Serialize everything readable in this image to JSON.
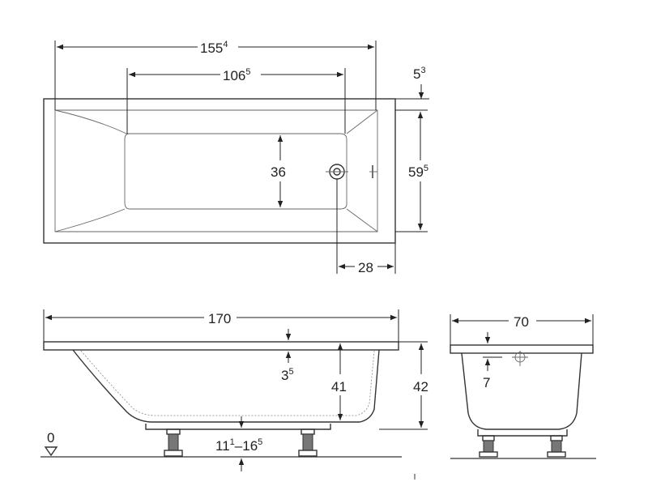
{
  "dimensions": {
    "top_overall_length": {
      "value": "155",
      "sup": "4"
    },
    "top_inner_length": {
      "value": "106",
      "sup": "5"
    },
    "top_rim": {
      "value": "5",
      "sup": "3"
    },
    "top_inner_width": {
      "value": "36"
    },
    "top_overall_width": {
      "value": "59",
      "sup": "5"
    },
    "drain_offset": {
      "value": "28"
    },
    "side_length": {
      "value": "170"
    },
    "side_rim": {
      "value": "3",
      "sup": "5"
    },
    "side_depth": {
      "value": "41"
    },
    "side_height": {
      "value": "42"
    },
    "leg_adjust_min": {
      "value": "11",
      "sup": "1"
    },
    "leg_adjust_sep": {
      "value": "–"
    },
    "leg_adjust_max": {
      "value": "16",
      "sup": "5"
    },
    "floor_level": {
      "value": "0"
    },
    "end_width": {
      "value": "70"
    },
    "end_rim": {
      "value": "7"
    }
  }
}
